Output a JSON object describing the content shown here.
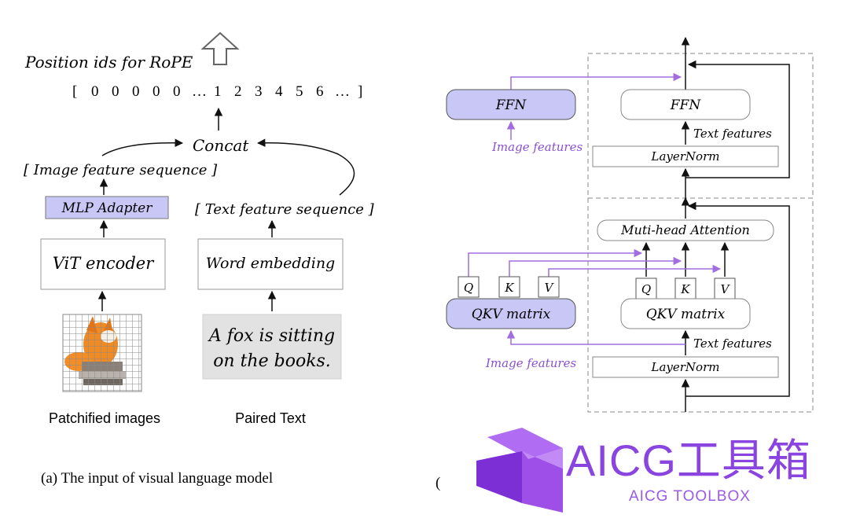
{
  "left_panel": {
    "position_ids_label": "Position ids for RoPE",
    "position_ids": [
      "[",
      "0",
      "0",
      "0",
      "0",
      "0",
      "…",
      "1",
      "2",
      "3",
      "4",
      "5",
      "6",
      "…",
      "]"
    ],
    "concat_label": "Concat",
    "image_feature_sequence": "[ Image feature sequence ]",
    "text_feature_sequence": "[ Text  feature sequence ]",
    "mlp_adapter": "MLP Adapter",
    "vit_encoder": "ViT encoder",
    "word_embedding": "Word embedding",
    "sample_text_line1": "A fox is sitting",
    "sample_text_line2": "on the books.",
    "patchified_images": "Patchified images",
    "paired_text": "Paired Text",
    "caption": "(a) The input of visual language model"
  },
  "right_panel": {
    "ffn_image": "FFN",
    "ffn_text": "FFN",
    "text_features_top": "Text features",
    "image_features_top": "Image features",
    "layernorm_top": "LayerNorm",
    "attention": "Muti-head Attention",
    "q_image": "Q",
    "k_image": "K",
    "v_image": "V",
    "q_text": "Q",
    "k_text": "K",
    "v_text": "V",
    "qkv_image": "QKV matrix",
    "qkv_text": "QKV matrix",
    "text_features_bottom": "Text features",
    "image_features_bottom": "Image features",
    "layernorm_bottom": "LayerNorm",
    "caption_fragment": "("
  },
  "watermark": {
    "title": "AICG工具箱",
    "subtitle": "AICG TOOLBOX"
  },
  "colors": {
    "purple_fill": "#c9c7f5",
    "purple_line": "#a26de0",
    "image_features_text": "#8b4fd1",
    "watermark": "#8a44e0"
  }
}
